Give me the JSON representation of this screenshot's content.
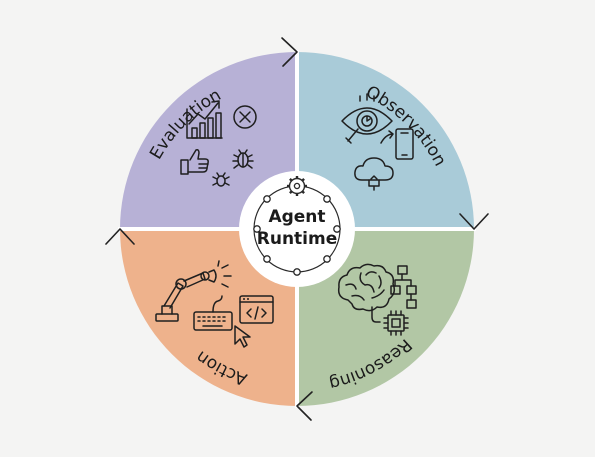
{
  "center": {
    "line1": "Agent",
    "line2": "Runtime"
  },
  "quadrants": {
    "evaluation": {
      "label": "Evaluation",
      "color": "#b7b1d6"
    },
    "observation": {
      "label": "Observation",
      "color": "#a9cbd8"
    },
    "reasoning": {
      "label": "Reasoning",
      "color": "#b2c7a5"
    },
    "action": {
      "label": "Action",
      "color": "#eeb28c"
    }
  },
  "icons": {
    "evaluation": [
      "bar-chart-trend-icon",
      "x-circle-icon",
      "thumbs-up-icon",
      "bug-icon",
      "bug-small-icon"
    ],
    "observation": [
      "eye-magnifier-icon",
      "smartphone-icon",
      "cloud-icon"
    ],
    "reasoning": [
      "brain-icon",
      "flowchart-icon",
      "chip-icon"
    ],
    "action": [
      "robot-arm-icon",
      "keyboard-icon",
      "code-window-icon",
      "cursor-icon"
    ],
    "center": "gear-icon"
  }
}
